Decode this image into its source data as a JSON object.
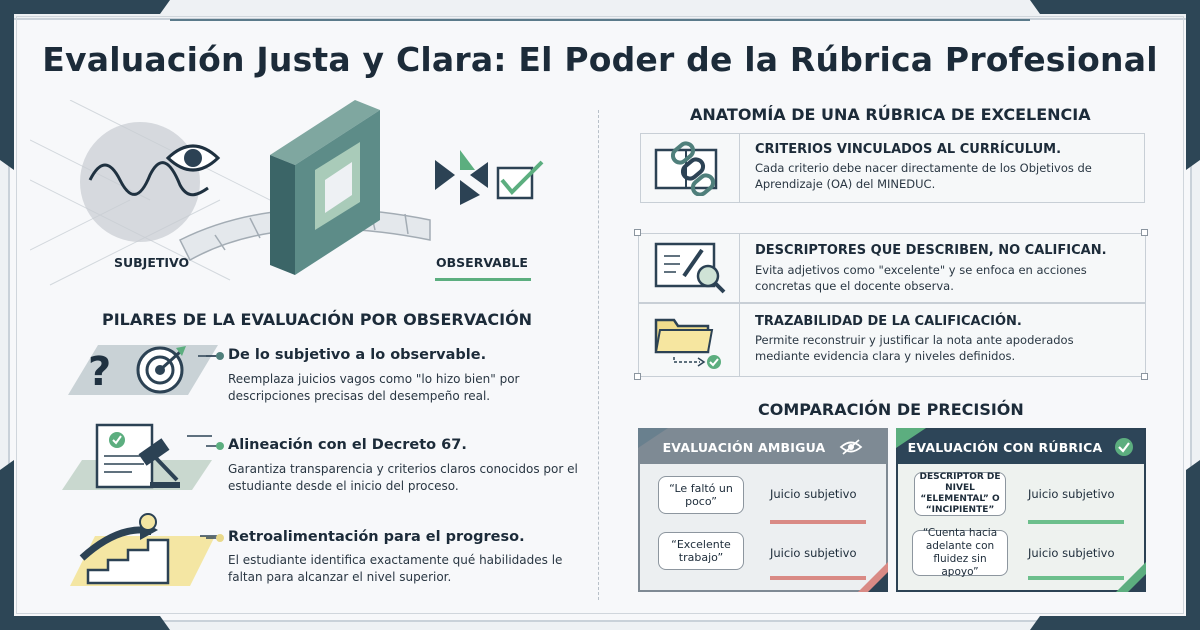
{
  "title": "Evaluación Justa y Clara: El Poder de la Rúbrica Profesional",
  "hero": {
    "left_label": "SUBJETIVO",
    "right_label": "OBSERVABLE"
  },
  "pillars": {
    "heading": "PILARES DE LA EVALUACIÓN POR OBSERVACIÓN",
    "items": [
      {
        "title": "De lo subjetivo a lo observable.",
        "desc": "Reemplaza juicios vagos como \"lo hizo bien\" por descripciones precisas del desempeño real.",
        "icon": "target-question-icon"
      },
      {
        "title": "Alineación con el Decreto 67.",
        "desc": "Garantiza transparencia y criterios claros conocidos por el estudiante desde el inicio del proceso.",
        "icon": "gavel-document-icon"
      },
      {
        "title": "Retroalimentación para el progreso.",
        "desc": "El estudiante identifica exactamente qué habilidades le faltan para alcanzar el nivel superior.",
        "icon": "stairs-lightbulb-icon"
      }
    ]
  },
  "anatomy": {
    "heading": "ANATOMÍA DE UNA RÚBRICA DE EXCELENCIA",
    "cards": [
      {
        "title": "CRITERIOS VINCULADOS AL CURRÍCULUM.",
        "desc": "Cada criterio debe nacer directamente de los Objetivos de Aprendizaje (OA) del MINEDUC.",
        "icon": "book-chain-icon"
      },
      {
        "title": "DESCRIPTORES QUE DESCRIBEN, NO CALIFICAN.",
        "desc": "Evita adjetivos como \"excelente\" y se enfoca en acciones concretas que el docente observa.",
        "icon": "screen-magnifier-icon"
      },
      {
        "title": "TRAZABILIDAD DE LA CALIFICACIÓN.",
        "desc": "Permite reconstruir y justificar la nota ante apoderados mediante evidencia clara y niveles definidos.",
        "icon": "folder-check-icon"
      }
    ]
  },
  "comparison": {
    "heading": "COMPARACIÓN DE PRECISIÓN",
    "left": {
      "title": "EVALUACIÓN AMBIGUA",
      "rows": [
        {
          "quote": "“Le faltó un poco”",
          "label": "Juicio subjetivo"
        },
        {
          "quote": "“Excelente trabajo”",
          "label": "Juicio subjetivo"
        }
      ]
    },
    "right": {
      "title": "EVALUACIÓN CON RÚBRICA",
      "rows": [
        {
          "quote": "DESCRIPTOR DE NIVEL “ELEMENTAL” O “INCIPIENTE”",
          "label": "Juicio subjetivo"
        },
        {
          "quote": "“Cuenta hacia adelante con fluidez sin apoyo”",
          "label": "Juicio subjetivo"
        }
      ]
    }
  },
  "colors": {
    "navy": "#2c4254",
    "teal": "#4f7f7b",
    "green": "#5cae7f",
    "red": "#d98a85",
    "yellow": "#f4e6a3"
  }
}
